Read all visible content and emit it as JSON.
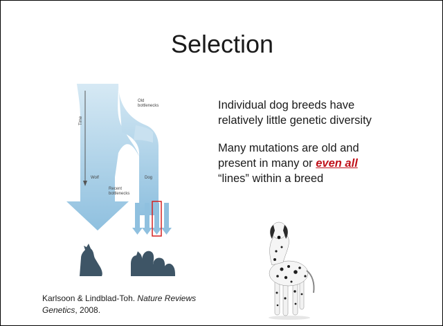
{
  "slide": {
    "title": "Selection",
    "figure": {
      "labels": {
        "time": "Time",
        "old_bottlenecks_1": "Old",
        "old_bottlenecks_2": "bottlenecks",
        "wolf": "Wolf",
        "dog": "Dog",
        "recent_bottlenecks_1": "Recent",
        "recent_bottlenecks_2": "bottlenecks"
      },
      "colors": {
        "flow": "#a9cfe6",
        "flow_dark": "#7fb3d6",
        "silhouette": "#3e5566",
        "highlight": "#d42020"
      }
    },
    "bullets": {
      "p1": "Individual dog breeds have relatively little genetic diversity",
      "p2_before": "Many mutations are old and present in many or ",
      "p2_emph": "even all",
      "p2_after": " “lines” within a breed"
    },
    "citation": {
      "authors": "Karlsoon & Lindblad-Toh. ",
      "journal": "Nature Reviews Genetics",
      "year": ", 2008."
    }
  }
}
